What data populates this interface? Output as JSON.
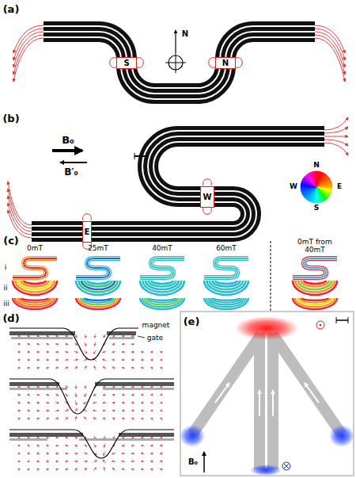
{
  "diagram": {
    "nodes": [
      {
        "text": [
          "S"
        ]
      },
      {
        "text": [
          "N"
        ]
      },
      {
        "text": [
          "W"
        ]
      },
      {
        "text": [
          "E"
        ]
      }
    ],
    "labels": [
      "(a)",
      "N",
      "B₀",
      "B′₀",
      "(b)",
      "N",
      "W",
      "E",
      "S",
      "(c)",
      "0mT",
      "25mT",
      "40mT",
      "60mT",
      "0mT from 40mT",
      "i",
      "ii",
      "iii",
      "(d)",
      "magnet",
      "gate",
      "(e)",
      "B₀"
    ]
  }
}
